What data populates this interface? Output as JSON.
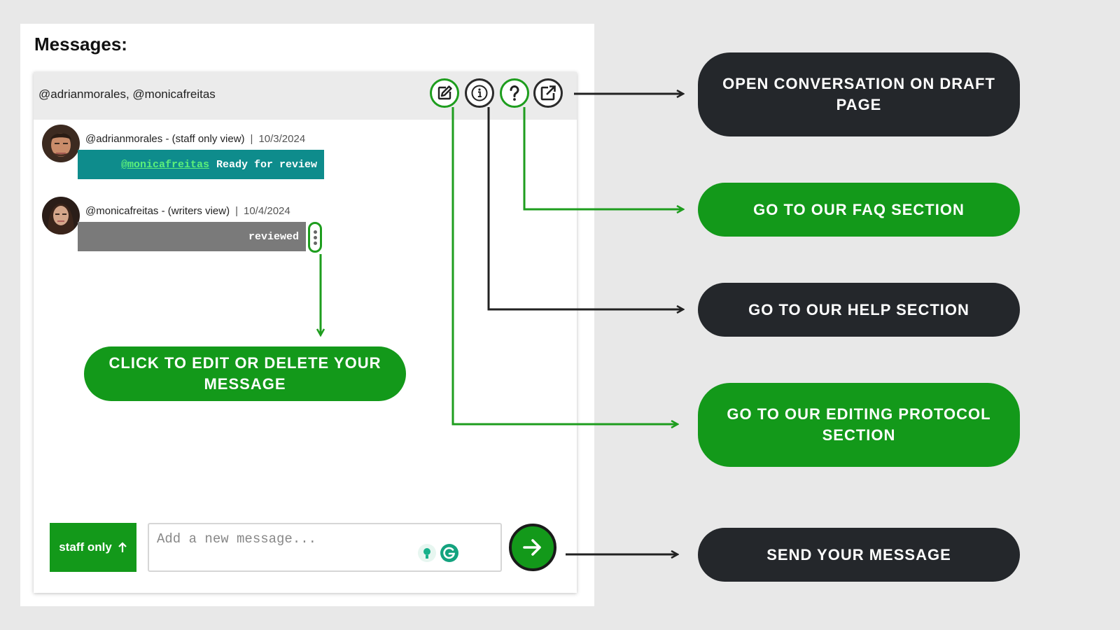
{
  "panel": {
    "title": "Messages:"
  },
  "header": {
    "participants": "@adrianmorales, @monicafreitas",
    "buttons": [
      {
        "name": "editing-protocol-icon",
        "icon": "edit-icon",
        "color": "#1e9d1e"
      },
      {
        "name": "help-icon",
        "icon": "info-icon",
        "color": "#2b2b2b"
      },
      {
        "name": "faq-icon",
        "icon": "question-icon",
        "color": "#1e9d1e"
      },
      {
        "name": "open-draft-icon",
        "icon": "external-edit-icon",
        "color": "#2b2b2b"
      }
    ]
  },
  "messages": [
    {
      "author": "@adrianmorales - (staff only view)",
      "date": "10/3/2024",
      "mention": "@monicafreitas",
      "text": "Ready for review",
      "bubble_color": "#0e8c8c"
    },
    {
      "author": "@monicafreitas - (writers view)",
      "date": "10/4/2024",
      "text": "reviewed",
      "bubble_color": "#7a7a7a"
    }
  ],
  "composer": {
    "visibility_label": "staff only",
    "placeholder": "Add a new message...",
    "plus_label": "+"
  },
  "callouts": {
    "open_draft": "OPEN CONVERSATION ON DRAFT PAGE",
    "faq": "GO TO OUR FAQ SECTION",
    "help": "GO TO OUR HELP SECTION",
    "editing_protocol": "GO TO OUR EDITING PROTOCOL SECTION",
    "send": "SEND YOUR MESSAGE",
    "edit_delete": "CLICK TO EDIT OR DELETE YOUR MESSAGE"
  },
  "colors": {
    "brand_green": "#13991a",
    "dark": "#24272b",
    "teal": "#0e8c8c",
    "background": "#e8e8e8"
  }
}
